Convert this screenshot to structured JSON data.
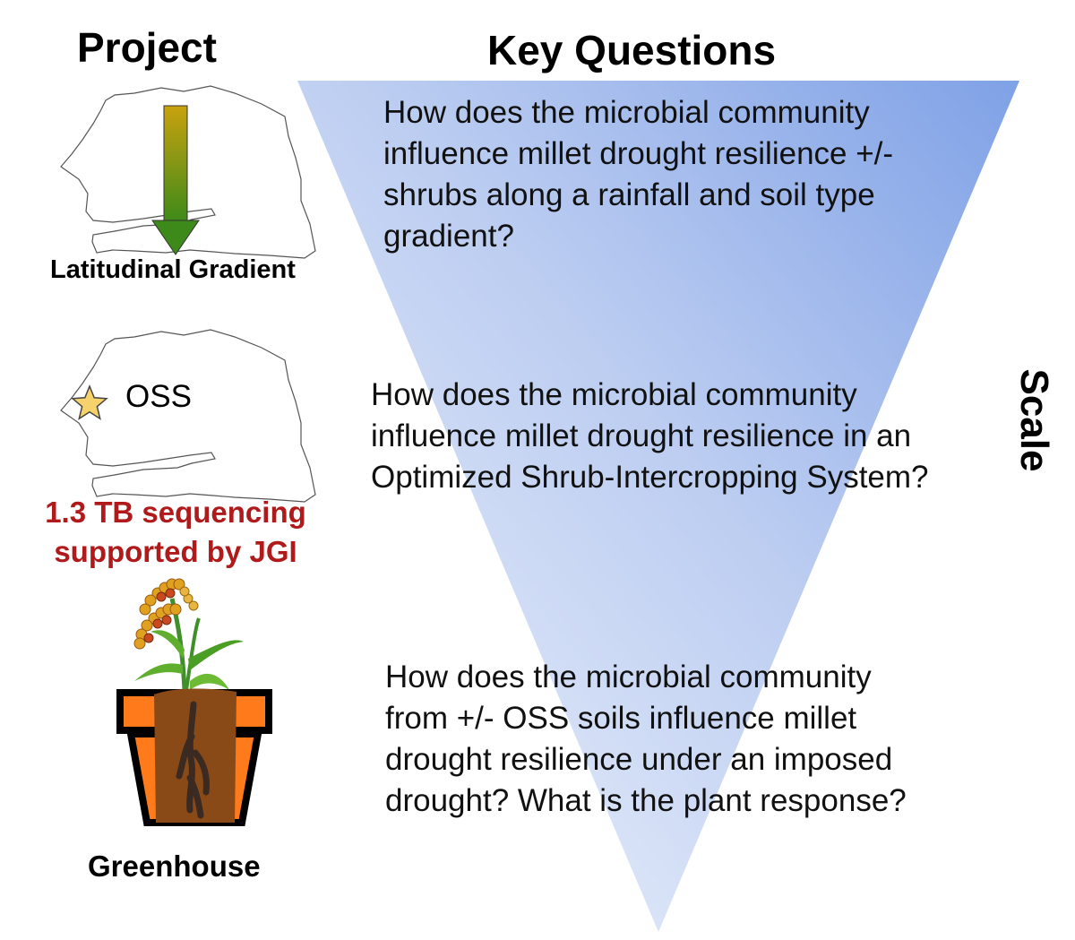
{
  "headers": {
    "project": "Project",
    "key_questions": "Key Questions"
  },
  "scale_label": "Scale",
  "projects": [
    {
      "label": "Latitudinal Gradient"
    },
    {
      "site_label": "OSS",
      "note_line1": "1.3 TB sequencing",
      "note_line2": "supported by JGI"
    },
    {
      "label": "Greenhouse"
    }
  ],
  "questions": [
    {
      "lines": [
        "How does the microbial community",
        "influence millet drought resilience +/-",
        "shrubs along a rainfall and soil type",
        "gradient?"
      ]
    },
    {
      "lines": [
        "How does the microbial community",
        "influence millet drought resilience in an",
        "Optimized Shrub-Intercropping System?"
      ]
    },
    {
      "lines": [
        "How does the microbial community",
        "from +/- OSS soils influence millet",
        "drought resilience under an imposed",
        "drought? What is the plant response?"
      ]
    }
  ],
  "colors": {
    "triangle_light": "#e6eefb",
    "triangle_dark": "#7fa1e6",
    "note_red": "#b01a1a",
    "pot_orange": "#ff7a1a",
    "soil_brown": "#8a4a18",
    "arrow_top": "#c9a20e",
    "arrow_bottom": "#3d8a1a",
    "star": "#f6d36a"
  }
}
